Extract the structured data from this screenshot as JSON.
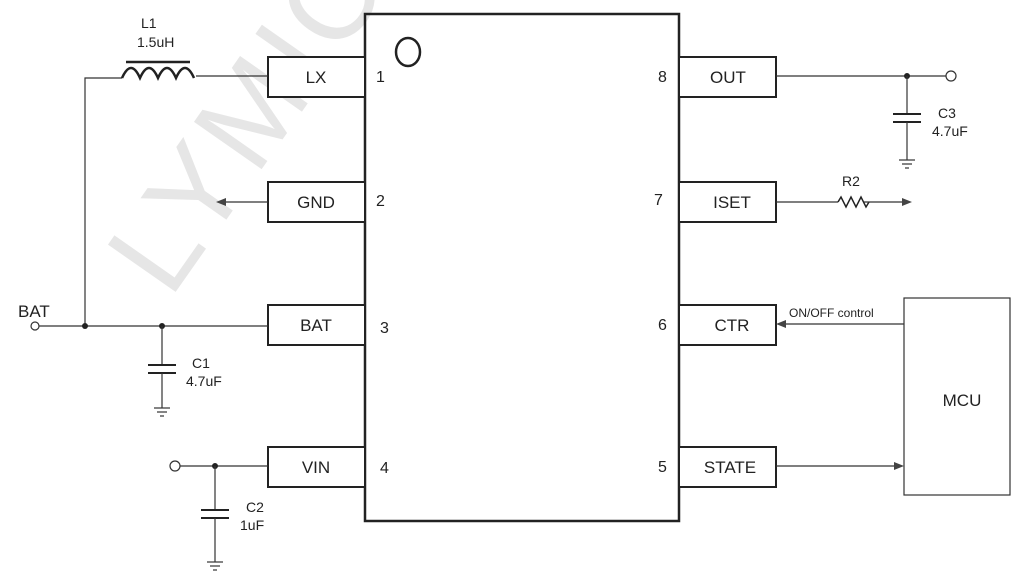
{
  "watermark": "LYMICRO",
  "pins": [
    {
      "num": "1",
      "label": "LX"
    },
    {
      "num": "2",
      "label": "GND"
    },
    {
      "num": "3",
      "label": "BAT"
    },
    {
      "num": "4",
      "label": "VIN"
    },
    {
      "num": "8",
      "label": "OUT"
    },
    {
      "num": "7",
      "label": "ISET"
    },
    {
      "num": "6",
      "label": "CTR"
    },
    {
      "num": "5",
      "label": "STATE"
    }
  ],
  "components": {
    "l1": {
      "name": "L1",
      "value": "1.5uH"
    },
    "c1": {
      "name": "C1",
      "value": "4.7uF"
    },
    "c2": {
      "name": "C2",
      "value": "1uF"
    },
    "c3": {
      "name": "C3",
      "value": "4.7uF"
    },
    "r2": {
      "name": "R2"
    }
  },
  "labels": {
    "bat_node": "BAT",
    "ctr_signal": "ON/OFF control",
    "mcu": "MCU"
  }
}
